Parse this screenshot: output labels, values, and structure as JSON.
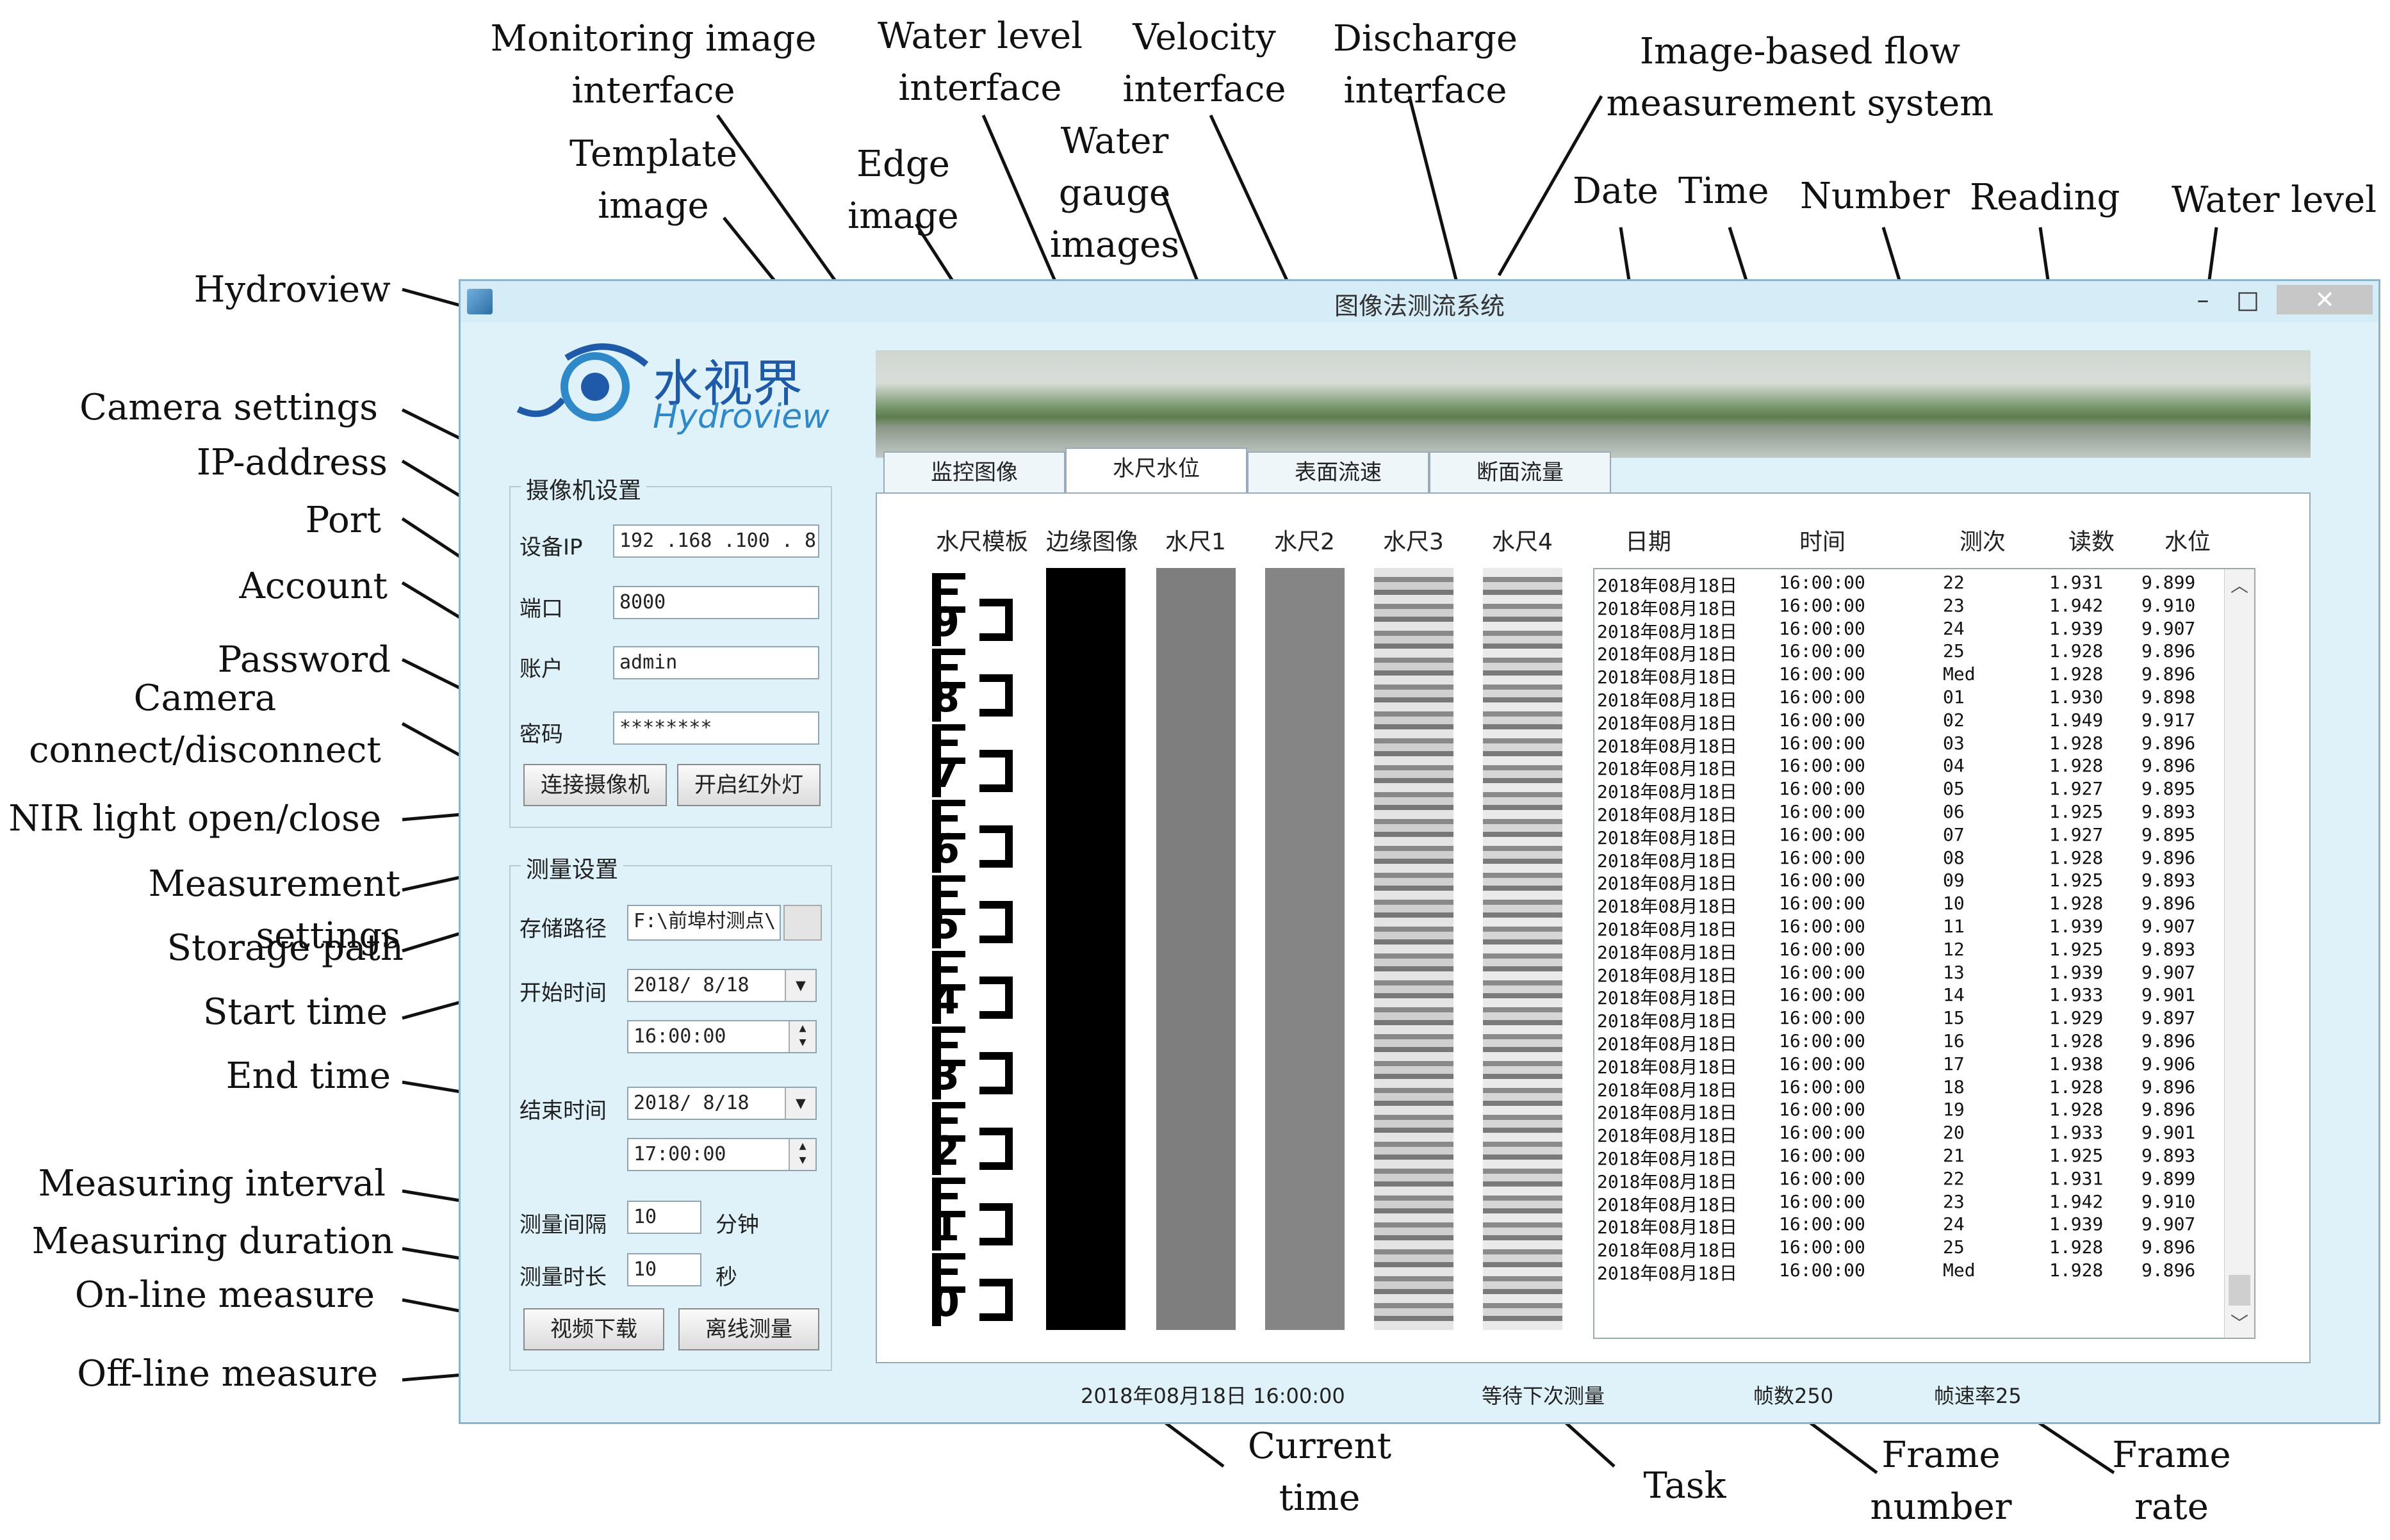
{
  "window": {
    "title": "图像法测流系统",
    "min": "–",
    "max": "□",
    "close": "✕"
  },
  "logo": {
    "cn": "水视界",
    "en": "Hydroview"
  },
  "camera_settings": {
    "title": "摄像机设置",
    "ip_label": "设备IP",
    "ip_value": "192 .168 .100 . 8",
    "port_label": "端口",
    "port_value": "8000",
    "account_label": "账户",
    "account_value": "admin",
    "password_label": "密码",
    "password_value": "********",
    "connect_button": "连接摄像机",
    "nir_button": "开启红外灯"
  },
  "measurement_settings": {
    "title": "测量设置",
    "storage_label": "存储路径",
    "storage_value": "F:\\前埠村测点\\",
    "start_label": "开始时间",
    "start_date": "2018/ 8/18",
    "start_time": "16:00:00",
    "end_label": "结束时间",
    "end_date": "2018/ 8/18",
    "end_time": "17:00:00",
    "interval_label": "测量间隔",
    "interval_value": "10",
    "interval_unit": "分钟",
    "duration_label": "测量时长",
    "duration_value": "10",
    "duration_unit": "秒",
    "online_button": "视频下载",
    "offline_button": "离线测量"
  },
  "tabs": [
    "监控图像",
    "水尺水位",
    "表面流速",
    "断面流量"
  ],
  "image_columns": [
    "水尺模板",
    "边缘图像",
    "水尺1",
    "水尺2",
    "水尺3",
    "水尺4"
  ],
  "gauge_numbers": [
    "9",
    "8",
    "7",
    "6",
    "5",
    "4",
    "3",
    "2",
    "1",
    "0"
  ],
  "table": {
    "headers": [
      "日期",
      "时间",
      "测次",
      "读数",
      "水位"
    ],
    "rows": [
      [
        "2018年08月18日",
        "16:00:00",
        "22",
        "1.931",
        "9.899"
      ],
      [
        "2018年08月18日",
        "16:00:00",
        "23",
        "1.942",
        "9.910"
      ],
      [
        "2018年08月18日",
        "16:00:00",
        "24",
        "1.939",
        "9.907"
      ],
      [
        "2018年08月18日",
        "16:00:00",
        "25",
        "1.928",
        "9.896"
      ],
      [
        "2018年08月18日",
        "16:00:00",
        "Med",
        "1.928",
        "9.896"
      ],
      [
        "2018年08月18日",
        "16:00:00",
        "01",
        "1.930",
        "9.898"
      ],
      [
        "2018年08月18日",
        "16:00:00",
        "02",
        "1.949",
        "9.917"
      ],
      [
        "2018年08月18日",
        "16:00:00",
        "03",
        "1.928",
        "9.896"
      ],
      [
        "2018年08月18日",
        "16:00:00",
        "04",
        "1.928",
        "9.896"
      ],
      [
        "2018年08月18日",
        "16:00:00",
        "05",
        "1.927",
        "9.895"
      ],
      [
        "2018年08月18日",
        "16:00:00",
        "06",
        "1.925",
        "9.893"
      ],
      [
        "2018年08月18日",
        "16:00:00",
        "07",
        "1.927",
        "9.895"
      ],
      [
        "2018年08月18日",
        "16:00:00",
        "08",
        "1.928",
        "9.896"
      ],
      [
        "2018年08月18日",
        "16:00:00",
        "09",
        "1.925",
        "9.893"
      ],
      [
        "2018年08月18日",
        "16:00:00",
        "10",
        "1.928",
        "9.896"
      ],
      [
        "2018年08月18日",
        "16:00:00",
        "11",
        "1.939",
        "9.907"
      ],
      [
        "2018年08月18日",
        "16:00:00",
        "12",
        "1.925",
        "9.893"
      ],
      [
        "2018年08月18日",
        "16:00:00",
        "13",
        "1.939",
        "9.907"
      ],
      [
        "2018年08月18日",
        "16:00:00",
        "14",
        "1.933",
        "9.901"
      ],
      [
        "2018年08月18日",
        "16:00:00",
        "15",
        "1.929",
        "9.897"
      ],
      [
        "2018年08月18日",
        "16:00:00",
        "16",
        "1.928",
        "9.896"
      ],
      [
        "2018年08月18日",
        "16:00:00",
        "17",
        "1.938",
        "9.906"
      ],
      [
        "2018年08月18日",
        "16:00:00",
        "18",
        "1.928",
        "9.896"
      ],
      [
        "2018年08月18日",
        "16:00:00",
        "19",
        "1.928",
        "9.896"
      ],
      [
        "2018年08月18日",
        "16:00:00",
        "20",
        "1.933",
        "9.901"
      ],
      [
        "2018年08月18日",
        "16:00:00",
        "21",
        "1.925",
        "9.893"
      ],
      [
        "2018年08月18日",
        "16:00:00",
        "22",
        "1.931",
        "9.899"
      ],
      [
        "2018年08月18日",
        "16:00:00",
        "23",
        "1.942",
        "9.910"
      ],
      [
        "2018年08月18日",
        "16:00:00",
        "24",
        "1.939",
        "9.907"
      ],
      [
        "2018年08月18日",
        "16:00:00",
        "25",
        "1.928",
        "9.896"
      ],
      [
        "2018年08月18日",
        "16:00:00",
        "Med",
        "1.928",
        "9.896"
      ]
    ]
  },
  "status": {
    "datetime": "2018年08月18日 16:00:00",
    "task": "等待下次测量",
    "frames": "帧数250",
    "fps": "帧速率25"
  },
  "annotations": {
    "monitoring_image_interface": "Monitoring image\ninterface",
    "water_level_interface": "Water level\ninterface",
    "velocity_interface": "Velocity\ninterface",
    "discharge_interface": "Discharge\ninterface",
    "system": "Image-based flow\nmeasurement system",
    "template_image": "Template\nimage",
    "edge_image": "Edge\nimage",
    "water_gauge_images": "Water\ngauge\nimages",
    "date": "Date",
    "time": "Time",
    "number": "Number",
    "reading": "Reading",
    "water_level": "Water level",
    "hydroview": "Hydroview",
    "camera_settings": "Camera settings",
    "ip_address": "IP-address",
    "port": "Port",
    "account": "Account",
    "password": "Password",
    "camera_connect": "Camera\nconnect/disconnect",
    "nir_light": "NIR light open/close",
    "measurement_settings": "Measurement settings",
    "storage_path": "Storage path",
    "start_time": "Start time",
    "end_time": "End time",
    "measuring_interval": "Measuring interval",
    "measuring_duration": "Measuring duration",
    "online_measure": "On-line measure",
    "offline_measure": "Off-line measure",
    "current_time": "Current\ntime",
    "task": "Task",
    "frame_number": "Frame\nnumber",
    "frame_rate": "Frame\nrate"
  },
  "colors": {
    "window_bg": "#dff2fa",
    "logo_blue": "#1e5aa8",
    "logo_light_blue": "#2f89c8"
  }
}
